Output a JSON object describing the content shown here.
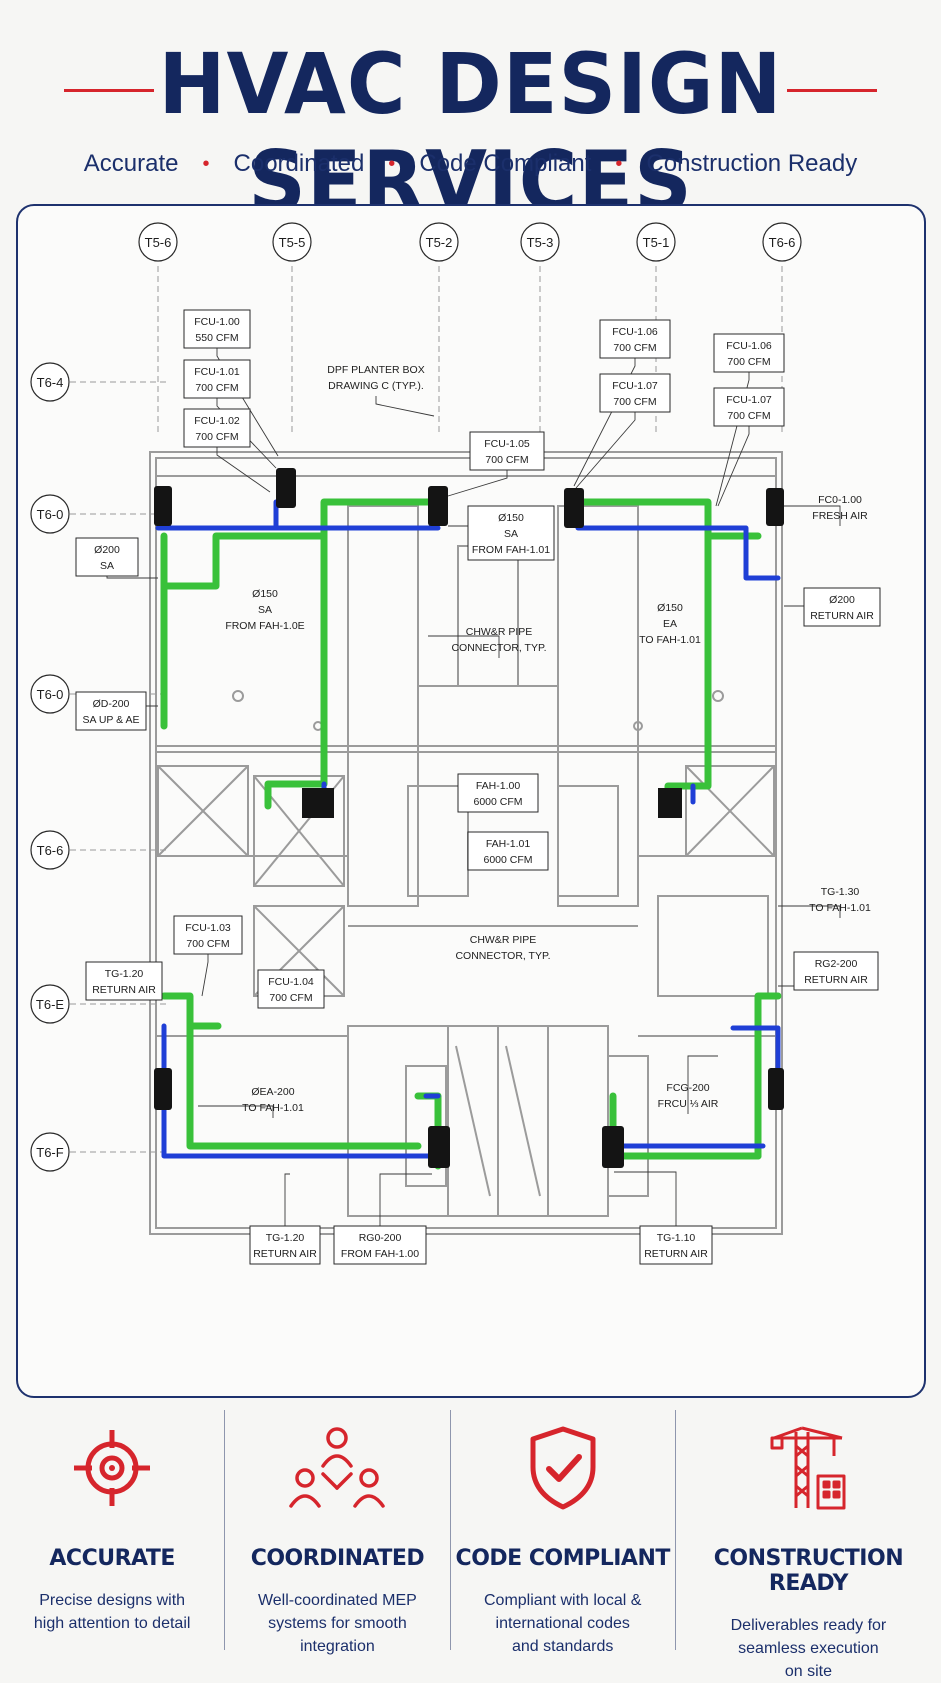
{
  "header": {
    "title": "HVAC DESIGN SERVICES",
    "tagline": [
      "Accurate",
      "Coordinated",
      "Code Compliant",
      "Construction Ready"
    ]
  },
  "colors": {
    "navy": "#14275e",
    "accent_red": "#d6252c",
    "supply_duct_blue": "#1f3fd6",
    "return_duct_green": "#39c13a"
  },
  "plan": {
    "grid_columns": [
      "T5-6",
      "T5-5",
      "T5-2",
      "T5-3",
      "T5-1",
      "T6-6"
    ],
    "grid_rows": [
      "T6-4",
      "T6-0",
      "T6-0",
      "T6-6",
      "T6-E",
      "T6-F"
    ],
    "tags": {
      "fcu100": [
        "FCU-1.00",
        "550 CFM"
      ],
      "fcu101": [
        "FCU-1.01",
        "700 CFM"
      ],
      "fcu102": [
        "FCU-1.02",
        "700 CFM"
      ],
      "planter": [
        "DPF PLANTER BOX",
        "DRAWING C (TYP.)."
      ],
      "fcu105": [
        "FCU-1.05",
        "700 CFM"
      ],
      "fcu106a": [
        "FCU-1.06",
        "700 CFM"
      ],
      "fcu107a": [
        "FCU-1.07",
        "700 CFM"
      ],
      "fcu106b": [
        "FCU-1.06",
        "700 CFM"
      ],
      "fcu107b": [
        "FCU-1.07",
        "700 CFM"
      ],
      "fco100": [
        "FC0-1.00",
        "FRESH AIR"
      ],
      "sa200": [
        "Ø200",
        "SA"
      ],
      "sa150c": [
        "Ø150",
        "SA",
        "FROM FAH-1.01"
      ],
      "sa150l": [
        "Ø150",
        "SA",
        "FROM FAH-1.0E"
      ],
      "chw1": [
        "CHW&R PIPE",
        "CONNECTOR, TYP."
      ],
      "ea150": [
        "Ø150",
        "EA",
        "TO FAH-1.01"
      ],
      "ra200": [
        "Ø200",
        "RETURN AIR"
      ],
      "od200": [
        "ØD-200",
        "SA UP & AE"
      ],
      "fah100": [
        "FAH-1.00",
        "6000 CFM"
      ],
      "fah101": [
        "FAH-1.01",
        "6000 CFM"
      ],
      "tg130": [
        "TG-1.30",
        "TO FAH-1.01"
      ],
      "chw2": [
        "CHW&R PIPE",
        "CONNECTOR, TYP."
      ],
      "fcu103": [
        "FCU-1.03",
        "700 CFM"
      ],
      "tg120a": [
        "TG-1.20",
        "RETURN AIR"
      ],
      "fcu104": [
        "FCU-1.04",
        "700 CFM"
      ],
      "rg2200": [
        "RG2-200",
        "RETURN AIR"
      ],
      "ea200": [
        "ØEA-200",
        "TO FAH-1.01"
      ],
      "fcg200": [
        "FCG-200",
        "FRCU ⅓ AIR"
      ],
      "tg120b": [
        "TG-1.20",
        "RETURN AIR"
      ],
      "rg0200": [
        "RG0-200",
        "FROM FAH-1.00"
      ],
      "tg110": [
        "TG-1.10",
        "RETURN AIR"
      ]
    }
  },
  "features": [
    {
      "icon": "target-icon",
      "title": "ACCURATE",
      "desc": [
        "Precise designs with",
        "high attention to detail"
      ]
    },
    {
      "icon": "team-network-icon",
      "title": "COORDINATED",
      "desc": [
        "Well-coordinated MEP",
        "systems for smooth",
        "integration"
      ]
    },
    {
      "icon": "shield-check-icon",
      "title": "CODE COMPLIANT",
      "desc": [
        "Compliant with local &",
        "international codes",
        "and standards"
      ]
    },
    {
      "icon": "crane-building-icon",
      "title": "CONSTRUCTION READY",
      "desc": [
        "Deliverables ready for",
        "seamless execution",
        "on site"
      ]
    }
  ]
}
